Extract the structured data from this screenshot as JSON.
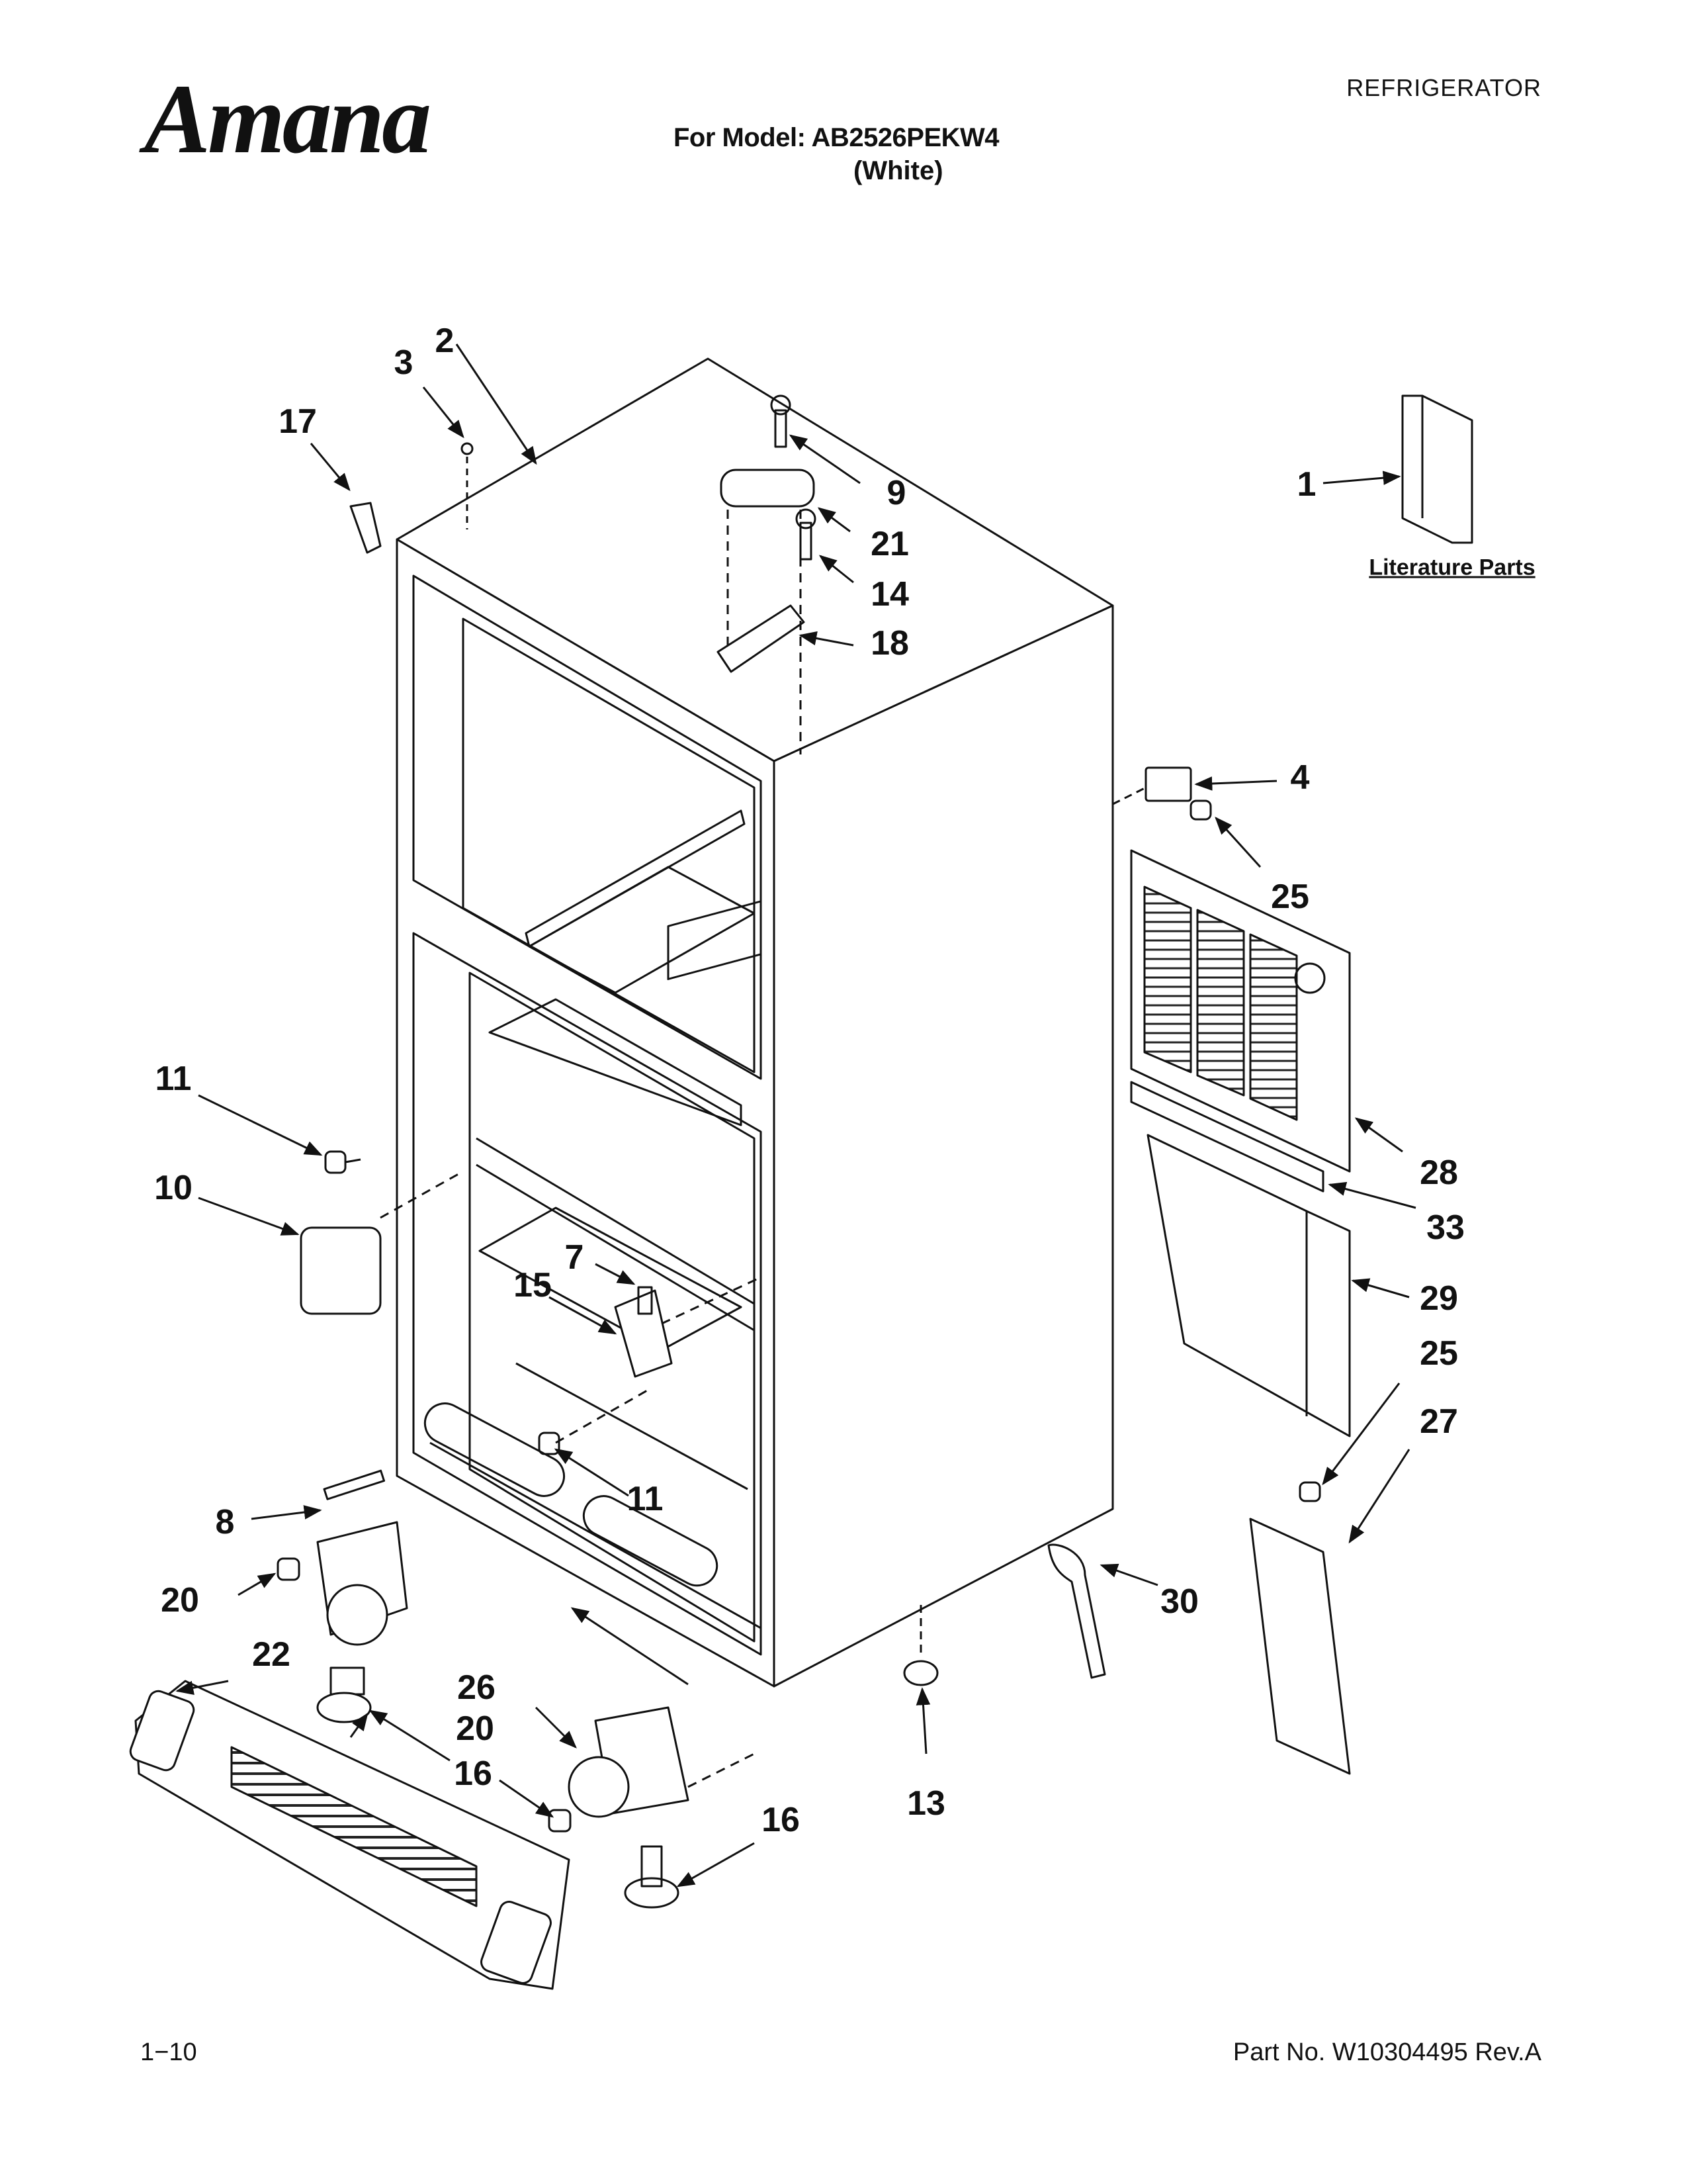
{
  "header": {
    "brand": "Amana",
    "category": "REFRIGERATOR",
    "model_line": "For Model: AB2526PEKW4",
    "color_line": "(White)"
  },
  "footer": {
    "page": "1−10",
    "part_number": "Part No. W10304495 Rev.A"
  },
  "literature_label": "Literature Parts",
  "callouts": [
    "1",
    "2",
    "3",
    "4",
    "7",
    "8",
    "9",
    "10",
    "11",
    "11",
    "13",
    "14",
    "15",
    "16",
    "16",
    "17",
    "18",
    "20",
    "20",
    "21",
    "22",
    "25",
    "25",
    "26",
    "27",
    "28",
    "29",
    "30",
    "33"
  ]
}
